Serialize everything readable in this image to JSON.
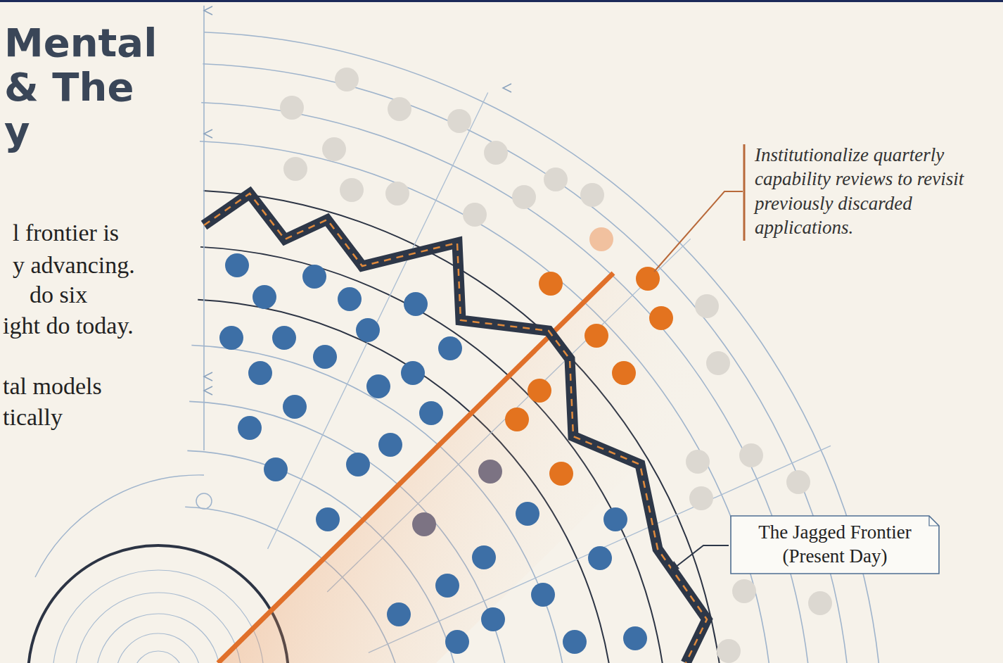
{
  "diagram": {
    "title": "Mental & The y",
    "nodes": [
      {
        "text": [
          "The Jagged Frontier (Present Day)"
        ]
      }
    ],
    "labels": [
      "l frontier is",
      "y advancing.",
      "do six",
      "ight do today.",
      "tal models",
      "tically",
      "Institutionalize quarterly capability reviews to revisit previously discarded applications."
    ]
  }
}
